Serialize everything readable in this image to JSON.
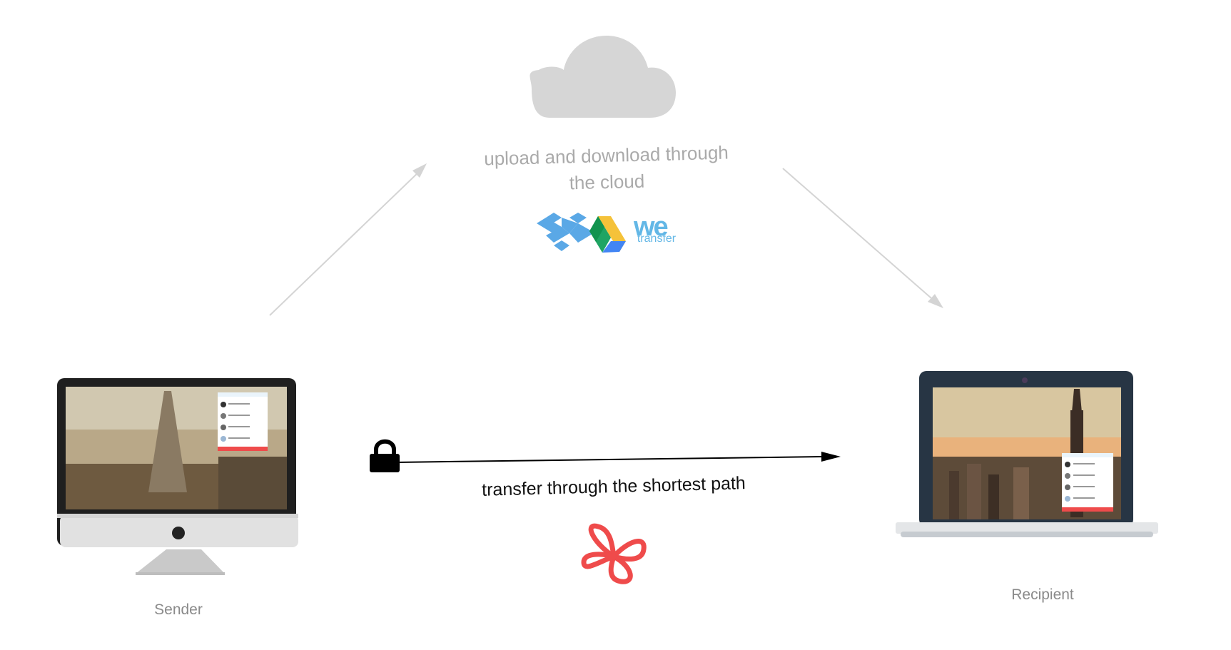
{
  "cloud": {
    "line1": "upload and download through",
    "line2": "the cloud",
    "services": [
      {
        "name": "dropbox-icon"
      },
      {
        "name": "google-drive-icon"
      },
      {
        "name": "wetransfer-icon",
        "text": "transfer"
      }
    ]
  },
  "direct": {
    "label": "transfer through the shortest path",
    "lock_icon": "lock-icon",
    "app_icon": "cloverleaf-icon"
  },
  "sender": {
    "label": "Sender"
  },
  "recipient": {
    "label": "Recipient"
  },
  "colors": {
    "cloud": "#d6d6d6",
    "arrow_gray": "#d4d4d4",
    "arrow_black": "#000000",
    "app_red": "#ef4b4b",
    "dropbox_blue": "#5aa8e6",
    "laptop_frame": "#273544"
  }
}
